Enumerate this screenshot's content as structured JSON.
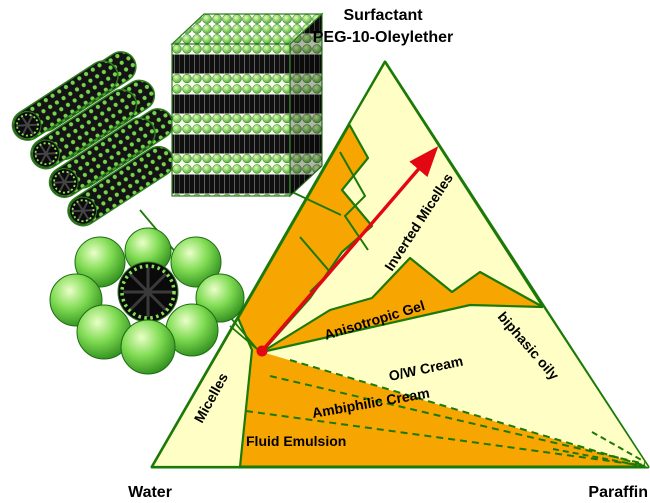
{
  "labels": {
    "surfactant_line1": "Surfactant",
    "surfactant_line2": "PEG-10-Oleylether",
    "water": "Water",
    "paraffin": "Paraffin"
  },
  "regions": [
    {
      "label": "Inverted Micelles"
    },
    {
      "label": "Anisotropic Gel"
    },
    {
      "label": "biphasic oily"
    },
    {
      "label": "O/W Cream"
    },
    {
      "label": "Ambiphilic Cream"
    },
    {
      "label": "Fluid Emulsion"
    },
    {
      "label": "Micelles"
    }
  ],
  "colors": {
    "region_orange": "#F7A500",
    "region_yellow": "#FFFFC5",
    "line_green": "#1B7A07",
    "path_red": "#E30613",
    "micelle_green": "#5BCD35"
  }
}
